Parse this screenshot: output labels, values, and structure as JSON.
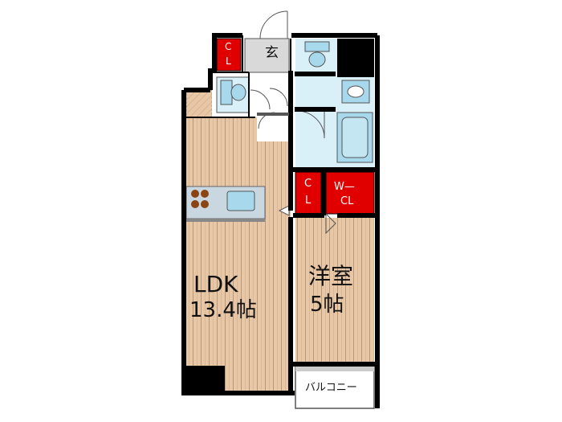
{
  "rooms": {
    "ldk": {
      "name": "LDK",
      "size": "13.4帖"
    },
    "western_room": {
      "name": "洋室",
      "size": "5帖"
    },
    "entrance": "玄",
    "closet_entrance": [
      "C",
      "L"
    ],
    "closet_room": [
      "C",
      "L"
    ],
    "walk_in_closet": [
      "W—",
      "CL"
    ],
    "balcony": "バルコニー"
  },
  "colors": {
    "wood": "#E8C7A6",
    "wood_line": "#B89878",
    "wet_area": "#D9F0F8",
    "fixture": "#A8D8EC",
    "closet": "#E00000",
    "wall": "#000000",
    "entrance_floor": "#D9D9D9"
  },
  "icons": [
    "toilet-icon",
    "washbasin-icon",
    "bathtub-icon",
    "stove-icon",
    "kitchen-sink-icon"
  ]
}
